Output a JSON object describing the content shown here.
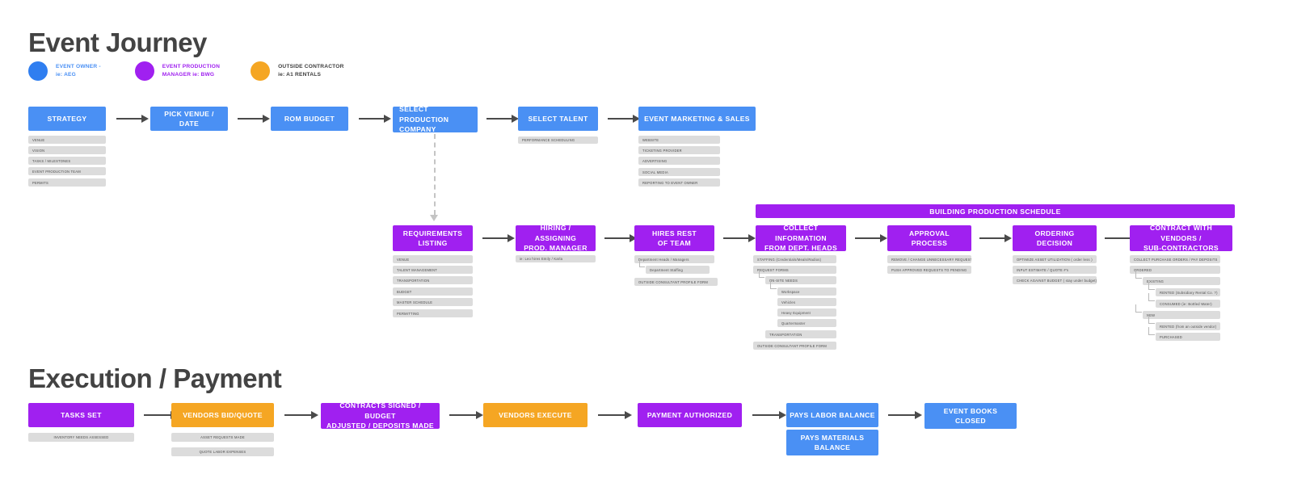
{
  "sections": {
    "event_journey_title": "Event Journey",
    "execution_title": "Execution / Payment"
  },
  "legend": [
    {
      "color": "#2f7ef0",
      "line1": "EVENT OWNER -",
      "line2": "ie: AEG",
      "text_color": "#4a90f4",
      "name": "event-owner"
    },
    {
      "color": "#a020f0",
      "line1": "EVENT PRODUCTION",
      "line2": "MANAGER ie: BWG",
      "text_color": "#a020f0",
      "name": "event-production-manager"
    },
    {
      "color": "#f5a623",
      "line1": "OUTSIDE CONTRACTOR",
      "line2": "ie: A1 RENTALS",
      "text_color": "#3c3c3c",
      "name": "outside-contractor"
    }
  ],
  "banner": {
    "label": "BUILDING PRODUCTION SCHEDULE"
  },
  "nodes": {
    "strategy": {
      "line1": "STRATEGY",
      "line2": ""
    },
    "pick_venue": {
      "line1": "PICK VENUE / DATE",
      "line2": ""
    },
    "rom_budget": {
      "line1": "ROM BUDGET",
      "line2": ""
    },
    "select_production": {
      "line1": "SELECT",
      "line2": "PRODUCTION COMPANY"
    },
    "select_talent": {
      "line1": "SELECT TALENT",
      "line2": ""
    },
    "event_marketing": {
      "line1": "EVENT MARKETING & SALES",
      "line2": ""
    },
    "requirements_listing": {
      "line1": "REQUIREMENTS",
      "line2": "LISTING"
    },
    "hiring_assigning": {
      "line1": "HIRING / ASSIGNING",
      "line2": "PROD. MANAGER"
    },
    "hires_rest": {
      "line1": "HIRES REST",
      "line2": "OF TEAM"
    },
    "collect_information": {
      "line1": "COLLECT INFORMATION",
      "line2": "FROM DEPT. HEADS"
    },
    "approval_process": {
      "line1": "APPROVAL PROCESS",
      "line2": ""
    },
    "ordering_decision": {
      "line1": "ORDERING DECISION",
      "line2": ""
    },
    "contract_vendors": {
      "line1": "CONTRACT WITH VENDORS /",
      "line2": "SUB-CONTRACTORS"
    },
    "tasks_set": {
      "line1": "TASKS SET",
      "line2": ""
    },
    "vendors_bid": {
      "line1": "VENDORS BID/QUOTE",
      "line2": ""
    },
    "contracts_signed": {
      "line1": "CONTRACTS SIGNED / BUDGET",
      "line2": "ADJUSTED /  DEPOSITS MADE"
    },
    "vendors_execute": {
      "line1": "VENDORS EXECUTE",
      "line2": ""
    },
    "payment_authorized": {
      "line1": "PAYMENT AUTHORIZED",
      "line2": ""
    },
    "pays_labor": {
      "line1": "PAYS LABOR BALANCE",
      "line2": ""
    },
    "pays_materials": {
      "line1": "PAYS MATERIALS BALANCE",
      "line2": ""
    },
    "event_books_closed": {
      "line1": "EVENT BOOKS",
      "line2": "CLOSED"
    }
  },
  "chips": {
    "strategy": [
      "VENUE",
      "VISION",
      "TASKS / MILESTONES",
      "EVENT PRODUCTION TEAM",
      "PERMITS"
    ],
    "select_talent": [
      "PERFORMANCE SCHEDULING"
    ],
    "event_marketing": [
      "WEBSITE",
      "TICKETING PROVIDER",
      "ADVERTISING",
      "SOCIAL MEDIA",
      "REPORTING TO EVENT OWNER"
    ],
    "requirements_listing": [
      "VENUE",
      "TALENT MANAGEMENT",
      "TRANSPORTATION",
      "BUDGET",
      "MASTER SCHEDULE",
      "PERMITTING"
    ],
    "hiring_assigning": [
      "ie: Leo hires Emily / Karla"
    ],
    "hires_rest": [
      "Department Heads / Managers",
      "Department Staffing",
      "OUTSIDE CONSULTANT PROFILE FORM"
    ],
    "collect_information": [
      "STAFFING (Credentials/Meals/Radios)",
      "REQUEST FORMS",
      "ON-SITE NEEDS",
      "Workspace",
      "Vehicles",
      "Heavy Equipment",
      "Quartermaster",
      "TRANSPORTATION",
      "OUTSIDE CONSULTANT PROFILE FORM"
    ],
    "approval_process": [
      "REMOVE / CHANGE UNNECESSARY REQUESTS",
      "PUSH APPROVED REQUESTS TO PENDING"
    ],
    "ordering_decision": [
      "OPTIMIZE ASSET UTILIZATION ( order less )",
      "INPUT ESTIMATE / QUOTE #'s",
      "CHECK AGAINST BUDGET ( stay under budget)"
    ],
    "contract_vendors": [
      "COLLECT PURCHASE ORDERS / PAY DEPOSITS",
      "ORDERED",
      "EXISTING",
      "RENTED (Subsidiary Rental Co. ?)",
      "CONSUMED (ie: Bottled Water)",
      "NEW",
      "RENTED (from an outside vendor)",
      "PURCHASED"
    ],
    "tasks_set": [
      "INVENTORY NEEDS ASSESSED"
    ],
    "vendors_bid": [
      "ASSET REQUESTS MADE",
      "QUOTE LABOR EXPENSES"
    ]
  }
}
